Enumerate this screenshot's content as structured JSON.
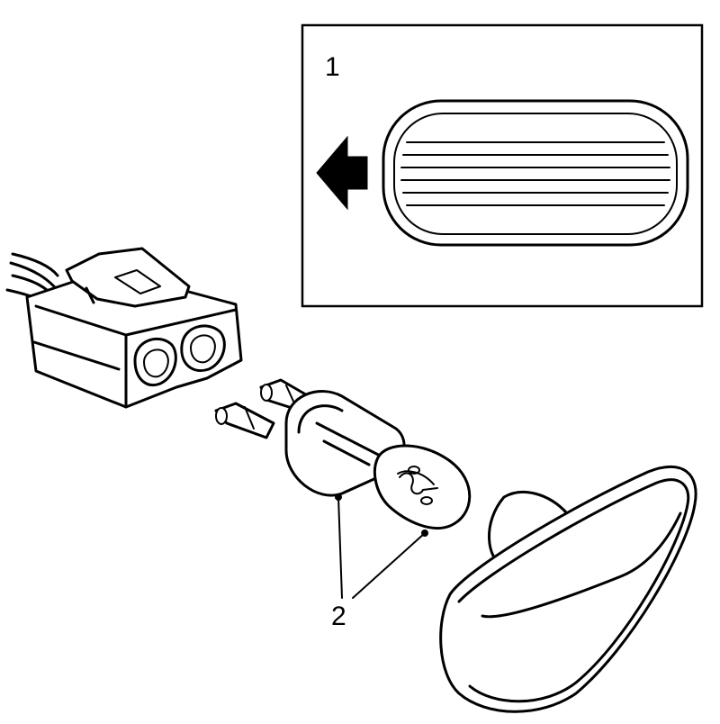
{
  "diagram": {
    "callouts": [
      {
        "id": "1",
        "label": "1"
      },
      {
        "id": "2",
        "label": "2"
      }
    ],
    "colors": {
      "stroke": "#000000",
      "background": "#ffffff"
    },
    "icons": [
      "arrow-left-icon"
    ]
  }
}
